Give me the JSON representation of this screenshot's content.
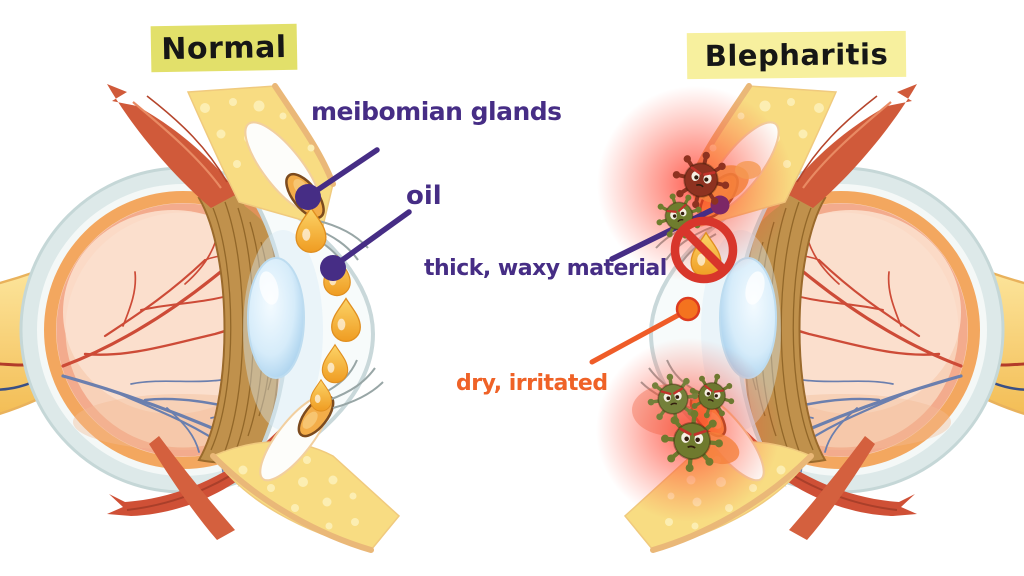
{
  "panels": {
    "normal": {
      "title": "Normal",
      "badge_color": "#e2e06a"
    },
    "blepharitis": {
      "title": "Blepharitis",
      "badge_color": "#f7f09e"
    }
  },
  "callouts": {
    "meibomian_glands": {
      "label": "meibomian glands",
      "color": "#462d85"
    },
    "oil": {
      "label": "oil",
      "color": "#462d85"
    },
    "thick_waxy_material": {
      "label": "thick, waxy material",
      "color": "#462d85"
    },
    "dry_irritated": {
      "label": "dry, irritated",
      "color": "#ef6227"
    }
  },
  "icons": {
    "germ": "germ-icon",
    "no_oil": "no-oil-icon",
    "oil_droplet": "oil-droplet-icon"
  },
  "colors": {
    "label_purple": "#462d85",
    "label_orange": "#ef6227",
    "inflammation_red": "#ff2a18",
    "oil_orange": "#f3a93c",
    "fat_yellow": "#f8dc82",
    "muscle_red": "#d05a3a",
    "sclera_gray": "#dde9e9",
    "choroid_orange": "#f3a75f",
    "retina_peach": "#f8d1b8",
    "germ_green": "#6f7d2e",
    "germ_maroon": "#8e3220",
    "prohibition_red": "#d8362b"
  }
}
